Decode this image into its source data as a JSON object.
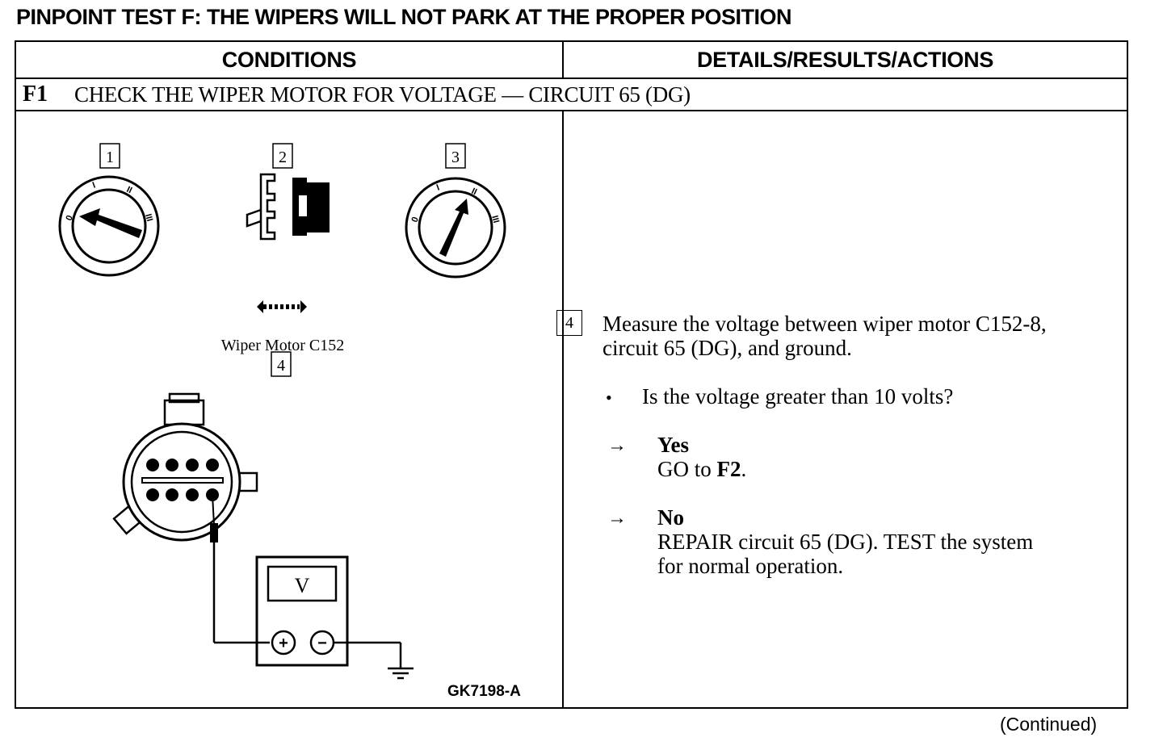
{
  "title": "PINPOINT TEST F:  THE WIPERS WILL NOT PARK AT THE PROPER POSITION",
  "table": {
    "header_left": "CONDITIONS",
    "header_right": "DETAILS/RESULTS/ACTIONS",
    "step_id": "F1",
    "step_title": "CHECK THE WIPER MOTOR FOR VOLTAGE — CIRCUIT 65 (DG)"
  },
  "diagram": {
    "steps": [
      "1",
      "2",
      "3",
      "4"
    ],
    "caption_connector": "Wiper Motor C152",
    "switch_labels": [
      "0",
      "I",
      "II",
      "III"
    ],
    "meter_display": "V",
    "meter_plus": "+",
    "meter_minus": "−",
    "figure_id": "GK7198-A"
  },
  "details": {
    "step_number": "4",
    "instruction_line1": "Measure the voltage between wiper motor C152-8,",
    "instruction_line2": "circuit 65 (DG), and ground.",
    "bullet": "•",
    "question": "Is the voltage greater than 10 volts?",
    "arrow": "→",
    "yes_label": "Yes",
    "yes_action_prefix": "GO to ",
    "yes_action_target": "F2",
    "yes_action_suffix": ".",
    "no_label": "No",
    "no_action_line1": "REPAIR circuit 65 (DG). TEST the system",
    "no_action_line2": "for normal operation."
  },
  "footer": {
    "continued": "(Continued)"
  }
}
